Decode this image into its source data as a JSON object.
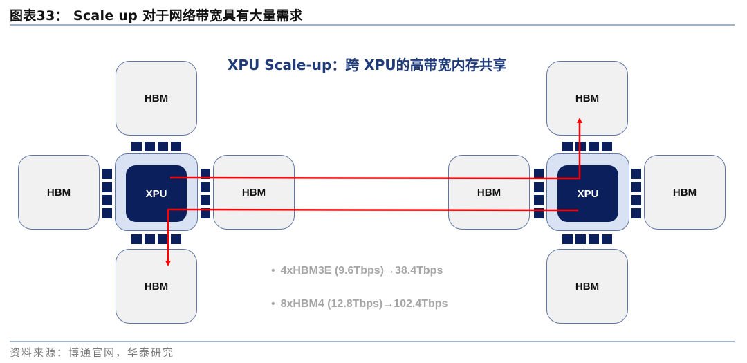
{
  "figure": {
    "title": "图表33： Scale up 对于网络带宽具有大量需求",
    "source": "资料来源：博通官网，华泰研究"
  },
  "diagram": {
    "title": "XPU Scale-up：跨 XPU的高带宽内存共享",
    "hbm_label": "HBM",
    "xpu_label": "XPU",
    "clusters": [
      {
        "name": "left",
        "xpu": "XPU",
        "hbm": [
          "HBM",
          "HBM",
          "HBM",
          "HBM"
        ]
      },
      {
        "name": "right",
        "xpu": "XPU",
        "hbm": [
          "HBM",
          "HBM",
          "HBM",
          "HBM"
        ]
      }
    ],
    "bullets": [
      "4xHBM3E (9.6Tbps)→38.4Tbps",
      "8xHBM4 (12.8Tbps)→102.4Tbps"
    ],
    "bullet_glyph": "•",
    "colors": {
      "xpu_core": "#0b1f5c",
      "xpu_package": "#d9e2f3",
      "hbm_fill": "#f1f1f1",
      "border": "#5f75a3",
      "link": "#ff0000",
      "title": "#1f3a78",
      "bullet_text": "#a6a6a6"
    }
  }
}
